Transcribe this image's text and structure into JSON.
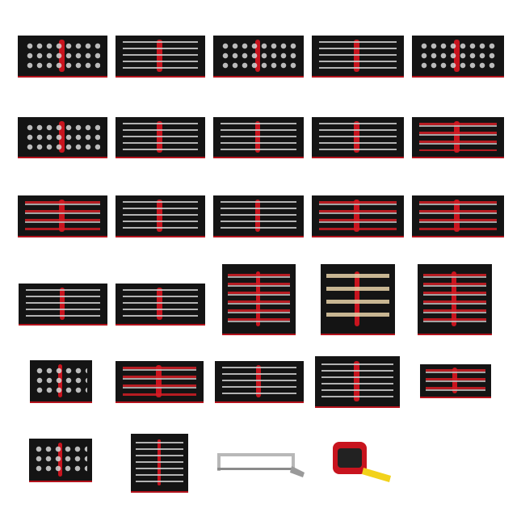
{
  "colors": {
    "tray": "#141414",
    "accent": "#c8141e",
    "metal": "#cfcfcf",
    "handle": "#e8d2a8",
    "tape_blade": "#f2d21b"
  },
  "trays": [
    {
      "kind": "sockets"
    },
    {
      "kind": "wrenches"
    },
    {
      "kind": "sockets"
    },
    {
      "kind": "screwdrivers"
    },
    {
      "kind": "sockets"
    },
    {
      "kind": "sockets"
    },
    {
      "kind": "pliers"
    },
    {
      "kind": "bits"
    },
    {
      "kind": "pliers"
    },
    {
      "kind": "red"
    },
    {
      "kind": "red"
    },
    {
      "kind": "screwdrivers"
    },
    {
      "kind": "wrenches"
    },
    {
      "kind": "red"
    },
    {
      "kind": "red"
    },
    {
      "kind": "screwdrivers"
    },
    {
      "kind": "screwdrivers"
    },
    {
      "kind": "red"
    },
    {
      "kind": "hammer"
    },
    {
      "kind": "red"
    },
    {
      "kind": "sockets"
    },
    {
      "kind": "red"
    },
    {
      "kind": "wrenches"
    },
    {
      "kind": "wrenches"
    },
    {
      "kind": "red"
    },
    {
      "kind": "sockets"
    },
    {
      "kind": "screwdrivers"
    }
  ],
  "loose_items": [
    {
      "icon": "hacksaw-icon"
    },
    {
      "icon": "tape-measure-icon"
    }
  ]
}
